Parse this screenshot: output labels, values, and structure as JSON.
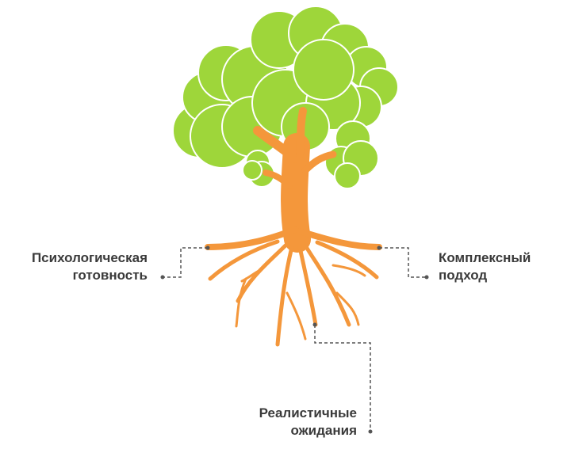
{
  "labels": {
    "left": {
      "line1": "Психологическая",
      "line2": "готовность"
    },
    "right": {
      "line1": "Комплексный",
      "line2": "подход"
    },
    "bottom": {
      "line1": "Реалистичные",
      "line2": "ожидания"
    }
  },
  "colors": {
    "foliage": "#9ed63a",
    "foliage_outline": "#ffffff",
    "trunk": "#f4973b",
    "connector": "#555555",
    "text": "#3a3a3a"
  },
  "icons": {
    "tree": "tree-illustration"
  }
}
